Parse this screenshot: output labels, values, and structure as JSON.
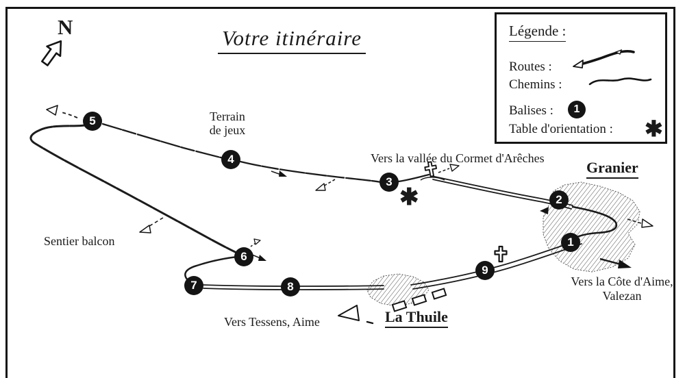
{
  "title": "Votre itinéraire",
  "north": {
    "label": "N"
  },
  "legend": {
    "heading": "Légende :",
    "routes_label": "Routes :",
    "chemins_label": "Chemins :",
    "balises_label": "Balises :",
    "balise_sample": "1",
    "table_label": "Table d'orientation :",
    "table_symbol": "✱"
  },
  "map": {
    "labels": {
      "terrain_line1": "Terrain",
      "terrain_line2": "de jeux",
      "vallee": "Vers la vallée du Cormet d'Arêches",
      "granier": "Granier",
      "sentier_balcon": "Sentier balcon",
      "cote_aime_line1": "Vers la Côte d'Aime,",
      "cote_aime_line2": "Valezan",
      "tessens": "Vers Tessens, Aime",
      "la_thuile": "La Thuile",
      "table_symbol": "✱"
    },
    "balises": [
      "1",
      "2",
      "3",
      "4",
      "5",
      "6",
      "7",
      "8",
      "9"
    ]
  },
  "colors": {
    "ink": "#1a1a1a",
    "paper": "#ffffff"
  }
}
